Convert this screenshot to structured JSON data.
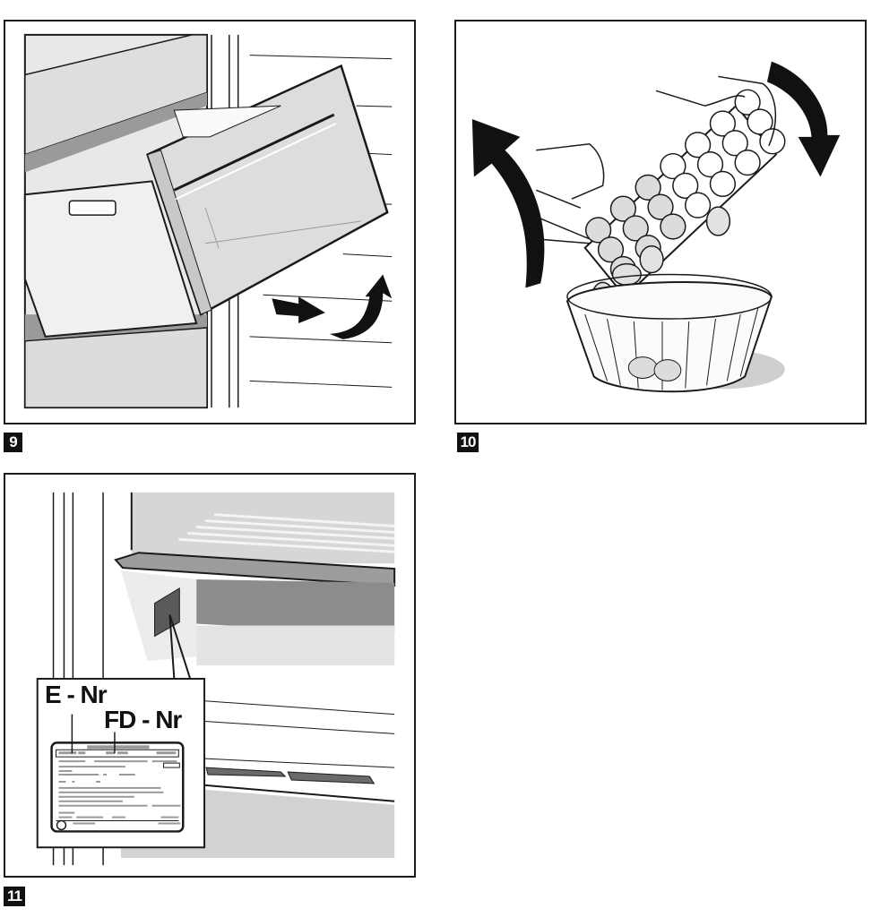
{
  "figures": [
    {
      "number": "9",
      "description": "Removing freezer drawer: pull out and tilt upward"
    },
    {
      "number": "10",
      "description": "Twisting ice cube tray to release ice into bowl"
    },
    {
      "number": "11",
      "description": "Rating plate location with E-Nr and FD-Nr"
    }
  ],
  "rating_plate": {
    "e_nr_label": "E - Nr",
    "fd_nr_label": "FD - Nr"
  },
  "colors": {
    "line": "#1a1a1a",
    "shade_light": "#e6e6e6",
    "shade_mid": "#cfcfcf",
    "shade_dark": "#8a8a8a"
  }
}
